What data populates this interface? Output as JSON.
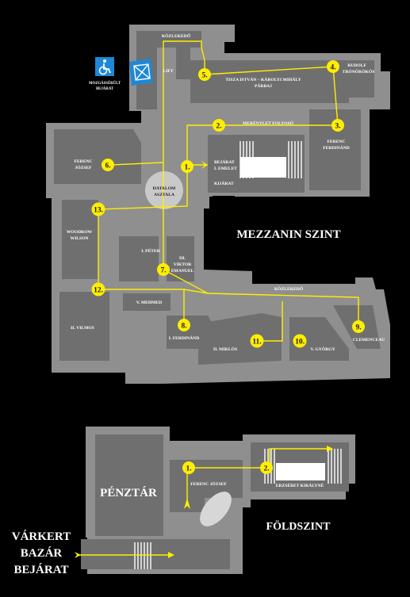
{
  "title": "MEZZANIN SZINT",
  "ground_title": "FÖLDSZINT",
  "colors": {
    "background": "#000000",
    "floor_light": "#8f8f8f",
    "floor_dark": "#6f6f6f",
    "route": "#ffee00",
    "marker": "#ffee00",
    "icon_blue": "#1e88d6"
  },
  "icons": {
    "accessible": {
      "name": "wheelchair-icon",
      "label_lines": [
        "MOZGÁSSÉRÜLT",
        "BEJÁRAT"
      ]
    },
    "lift": {
      "name": "lift-icon",
      "label": "LIFT"
    }
  },
  "mezzanine": {
    "rooms": {
      "kozlekedo_top": "KÖZLEKEDŐ",
      "tisza": "TISZA ISTVÁN – KÁROLYI MIHÁLY",
      "tisza2": "PÁRBAJ",
      "rudolf": "RUDOLF",
      "rudolf2": "TRÓNÖRÖKÖS",
      "merenylet": "MERÉNYLET FOLYOSÓ",
      "ferenc_ferdinand": "FERENC",
      "ferenc_ferdinand2": "FERDINÁND",
      "bejarat": "BEJÁRAT",
      "bejarat2": "I. EMELET",
      "kijarat": "KIJÁRAT",
      "ferenc_jozsef": "FERENC",
      "ferenc_jozsef2": "JÓZSEF",
      "hatalom": "HATALOM",
      "hatalom2": "ASZTALA",
      "woodrow": "WOODROW",
      "woodrow2": "WILSON",
      "peter": "I. PÉTER",
      "viktor": "III.",
      "viktor2": "VIKTOR",
      "viktor3": "EMANUEL",
      "kozlekedo_right": "KÖZLEKEDŐ",
      "mehmed": "V. MEHMED",
      "vilmos": "II. VILMOS",
      "ferdinand": "I. FERDINÁND",
      "miklos": "II. MIKLÓS",
      "gyorgy": "V. GYÖRGY",
      "clemenceau": "CLEMENCEAU"
    },
    "stops": [
      "1.",
      "2.",
      "3.",
      "4.",
      "5.",
      "6.",
      "7.",
      "8.",
      "9.",
      "10.",
      "11.",
      "12.",
      "13."
    ]
  },
  "ground": {
    "rooms": {
      "penztar": "PÉNZTÁR",
      "ferenc_jozsef": "FERENC JÓZSEF",
      "erzsebet": "ERZSÉBET KIRÁLYNÉ"
    },
    "stops": [
      "1.",
      "2."
    ],
    "entrance_lines": [
      "VÁRKERT",
      "BAZÁR",
      "BEJÁRAT"
    ]
  }
}
